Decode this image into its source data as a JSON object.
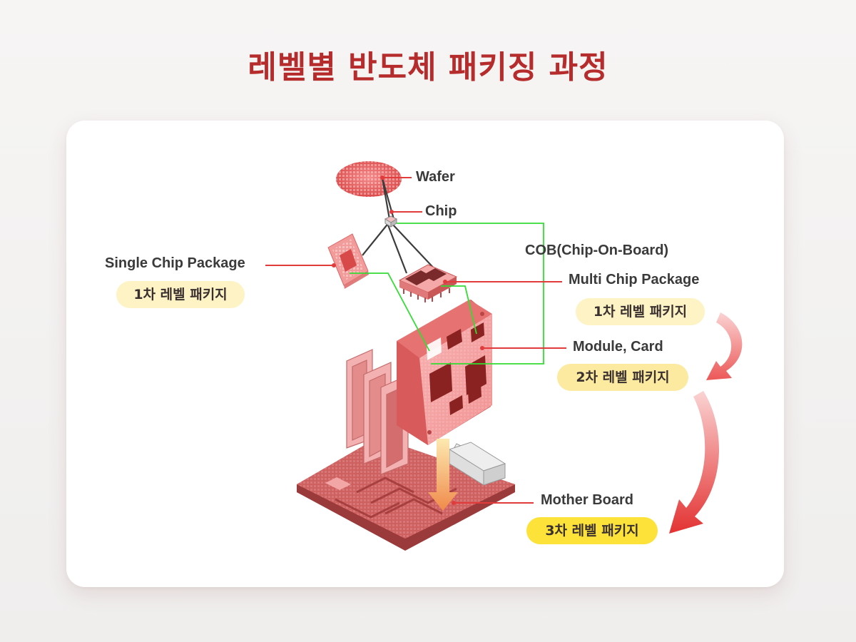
{
  "title": "레벨별 반도체 패키징 과정",
  "labels": {
    "wafer": "Wafer",
    "chip": "Chip",
    "cob": "COB(Chip-On-Board)",
    "single_chip_package": "Single Chip Package",
    "multi_chip_package": "Multi Chip Package",
    "module_card": "Module, Card",
    "mother_board": "Mother Board"
  },
  "levels": {
    "single_level": "1차 레벨 패키지",
    "multi_level": "1차 레벨 패키지",
    "module_level": "2차 레벨 패키지",
    "board_level": "3차 레벨 패키지"
  },
  "colors": {
    "title": "#b62b2b",
    "leader_line": "#e23b3b",
    "cob_line": "#33dd33",
    "pill_light": "#fdf3c4",
    "pill_strong": "#fde23a",
    "arrow": "#e83a3a"
  }
}
